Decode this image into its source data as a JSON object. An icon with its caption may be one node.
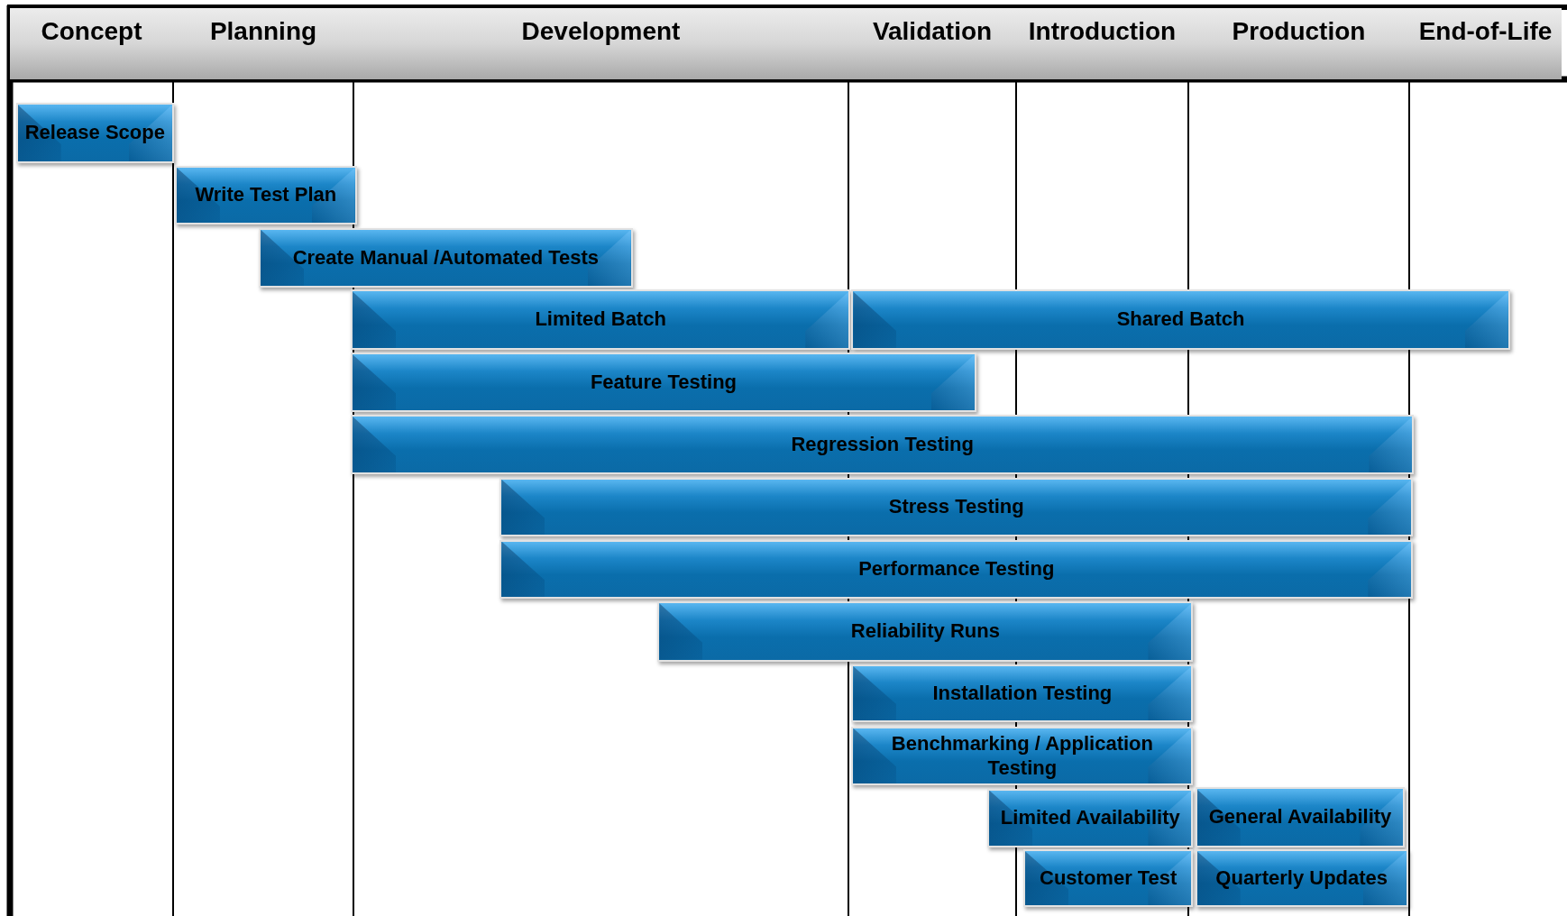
{
  "diagram": {
    "nodes": [
      {
        "text": [
          "Concept"
        ]
      },
      {
        "text": [
          "Planning"
        ]
      },
      {
        "text": [
          "Development"
        ]
      },
      {
        "text": [
          "Validation"
        ]
      },
      {
        "text": [
          "Introduction"
        ]
      },
      {
        "text": [
          "Production"
        ]
      },
      {
        "text": [
          "End-of-Life"
        ]
      },
      {
        "text": [
          "Release Scope"
        ]
      },
      {
        "text": [
          "Write Test Plan"
        ]
      },
      {
        "text": [
          "Create Manual /Automated Tests"
        ]
      },
      {
        "text": [
          "Limited Batch"
        ]
      },
      {
        "text": [
          "Shared Batch"
        ]
      },
      {
        "text": [
          "Feature Testing"
        ]
      },
      {
        "text": [
          "Regression Testing"
        ]
      },
      {
        "text": [
          "Stress Testing"
        ]
      },
      {
        "text": [
          "Performance Testing"
        ]
      },
      {
        "text": [
          "Reliability Runs"
        ]
      },
      {
        "text": [
          "Installation Testing"
        ]
      },
      {
        "text": [
          "Benchmarking / Application Testing"
        ]
      },
      {
        "text": [
          "Limited Availability"
        ]
      },
      {
        "text": [
          "General Availability"
        ]
      },
      {
        "text": [
          "Customer Test"
        ]
      },
      {
        "text": [
          "Quarterly Updates"
        ]
      }
    ]
  }
}
